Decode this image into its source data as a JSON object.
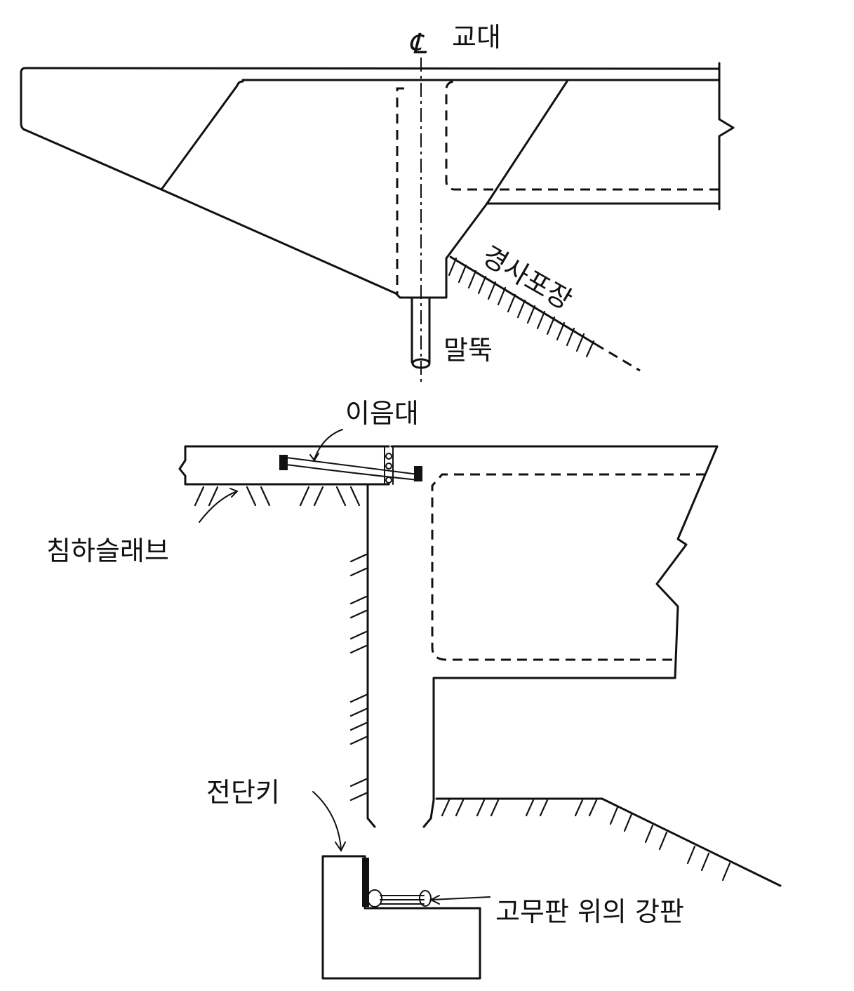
{
  "labels": {
    "centerline_symbol": "℄",
    "abutment": "교대",
    "slope_paving": "경사포장",
    "pile": "말뚝",
    "joint_bar": "이음대",
    "approach_slab": "침하슬래브",
    "shear_key": "전단키",
    "steel_plate_on_rubber": "고무판 위의 강판"
  }
}
